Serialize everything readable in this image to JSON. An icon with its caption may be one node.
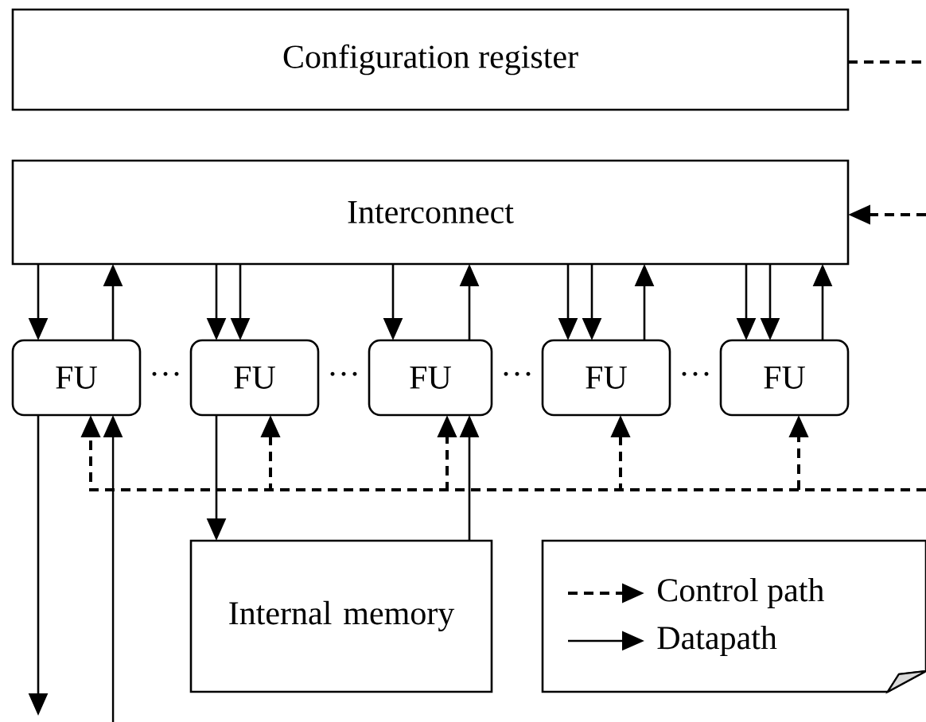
{
  "diagram": {
    "nodes": [
      {
        "text": [
          "Configuration register"
        ]
      },
      {
        "text": [
          "Interconnect"
        ]
      },
      {
        "text": [
          "FU"
        ]
      },
      {
        "text": [
          "FU"
        ]
      },
      {
        "text": [
          "FU"
        ]
      },
      {
        "text": [
          "FU"
        ]
      },
      {
        "text": [
          "FU"
        ]
      },
      {
        "text": [
          "Internal memory"
        ]
      }
    ],
    "edges": [
      {
        "from": 1,
        "to": 2,
        "arrow": "to"
      },
      {
        "from": 2,
        "to": 1,
        "arrow": "to"
      },
      {
        "from": 1,
        "to": 3,
        "arrow": "to"
      },
      {
        "from": 1,
        "to": 3,
        "arrow": "to"
      },
      {
        "from": 1,
        "to": 4,
        "arrow": "to"
      },
      {
        "from": 4,
        "to": 1,
        "arrow": "to"
      },
      {
        "from": 1,
        "to": 5,
        "arrow": "to"
      },
      {
        "from": 1,
        "to": 5,
        "arrow": "to"
      },
      {
        "from": 5,
        "to": 1,
        "arrow": "to"
      },
      {
        "from": 1,
        "to": 6,
        "arrow": "to"
      },
      {
        "from": 1,
        "to": 6,
        "arrow": "to"
      },
      {
        "from": 6,
        "to": 1,
        "arrow": "to"
      },
      {
        "from": 2,
        "to": null,
        "arrow": "to"
      },
      {
        "from": null,
        "to": 2,
        "arrow": "to"
      },
      {
        "from": 3,
        "to": 7,
        "arrow": "to"
      },
      {
        "from": 7,
        "to": 4,
        "arrow": "to"
      },
      {
        "from": 0,
        "to": null,
        "arrow": "none",
        "style": "dashed"
      },
      {
        "from": null,
        "to": 1,
        "arrow": "to",
        "style": "dashed"
      },
      {
        "from": null,
        "to": 2,
        "arrow": "to",
        "style": "dashed"
      },
      {
        "from": null,
        "to": 3,
        "arrow": "to",
        "style": "dashed"
      },
      {
        "from": null,
        "to": 4,
        "arrow": "to",
        "style": "dashed"
      },
      {
        "from": null,
        "to": 5,
        "arrow": "to",
        "style": "dashed"
      },
      {
        "from": null,
        "to": 6,
        "arrow": "to",
        "style": "dashed"
      }
    ],
    "labels": [
      "···",
      "···",
      "···",
      "···"
    ],
    "legend": [
      {
        "text": "Control path"
      },
      {
        "text": "Datapath"
      }
    ]
  }
}
